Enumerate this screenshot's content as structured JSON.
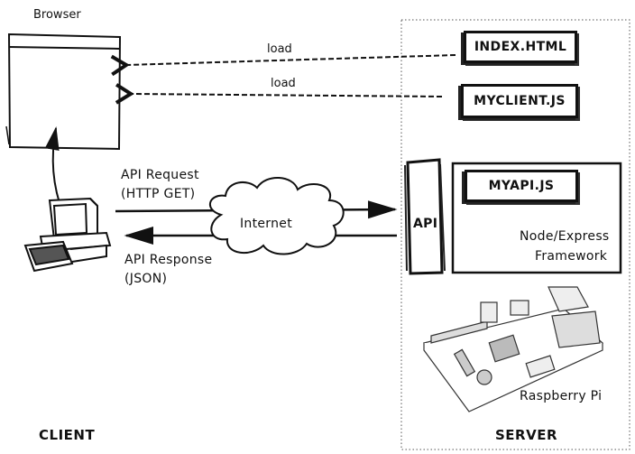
{
  "browser": {
    "label": "Browser"
  },
  "server_files": [
    {
      "name": "INDEX.HTML",
      "arrow_label": "load"
    },
    {
      "name": "MYCLIENT.JS",
      "arrow_label": "load"
    }
  ],
  "request": {
    "line1": "API Request",
    "line2": "(HTTP GET)"
  },
  "response": {
    "line1": "API Response",
    "line2": "(JSON)"
  },
  "network": {
    "label": "Internet"
  },
  "api": {
    "label": "API"
  },
  "framework": {
    "file": "MYAPI.JS",
    "line1": "Node/Express",
    "line2": "Framework"
  },
  "hardware": {
    "label": "Raspberry Pi"
  },
  "sections": {
    "client": "CLIENT",
    "server": "SERVER"
  }
}
